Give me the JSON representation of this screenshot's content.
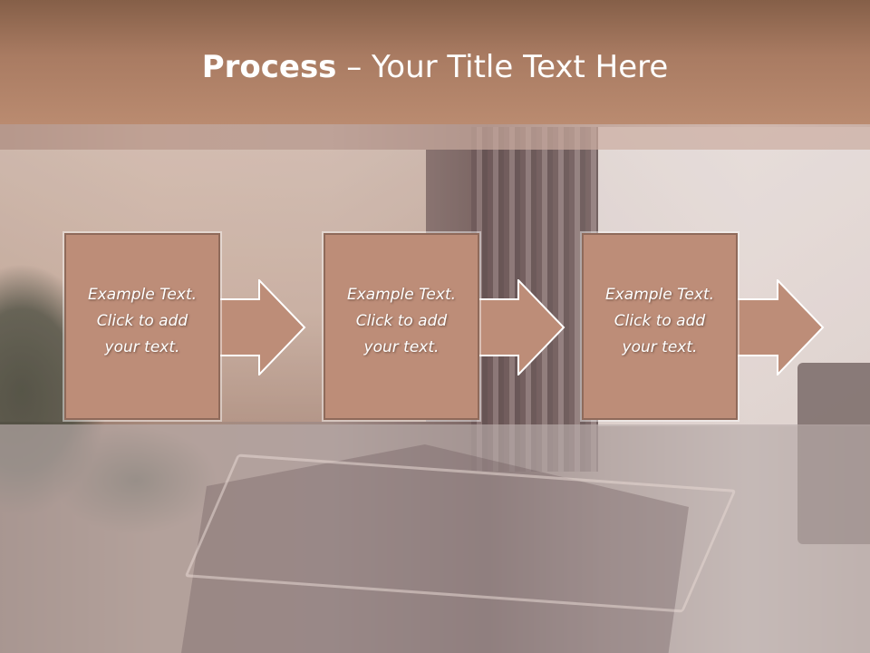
{
  "slide": {
    "title_bold": "Process",
    "title_rest": " – Your Title Text Here"
  },
  "steps": [
    {
      "text": "Example Text.\nClick  to add\nyour text."
    },
    {
      "text": "Example Text.\nClick  to add\nyour text."
    },
    {
      "text": "Example Text.\nClick  to add\nyour text."
    }
  ],
  "colors": {
    "header": "#a97b62",
    "box_fill": "#bd8d78",
    "box_border": "#8f6a5a",
    "text": "#ffffff"
  }
}
